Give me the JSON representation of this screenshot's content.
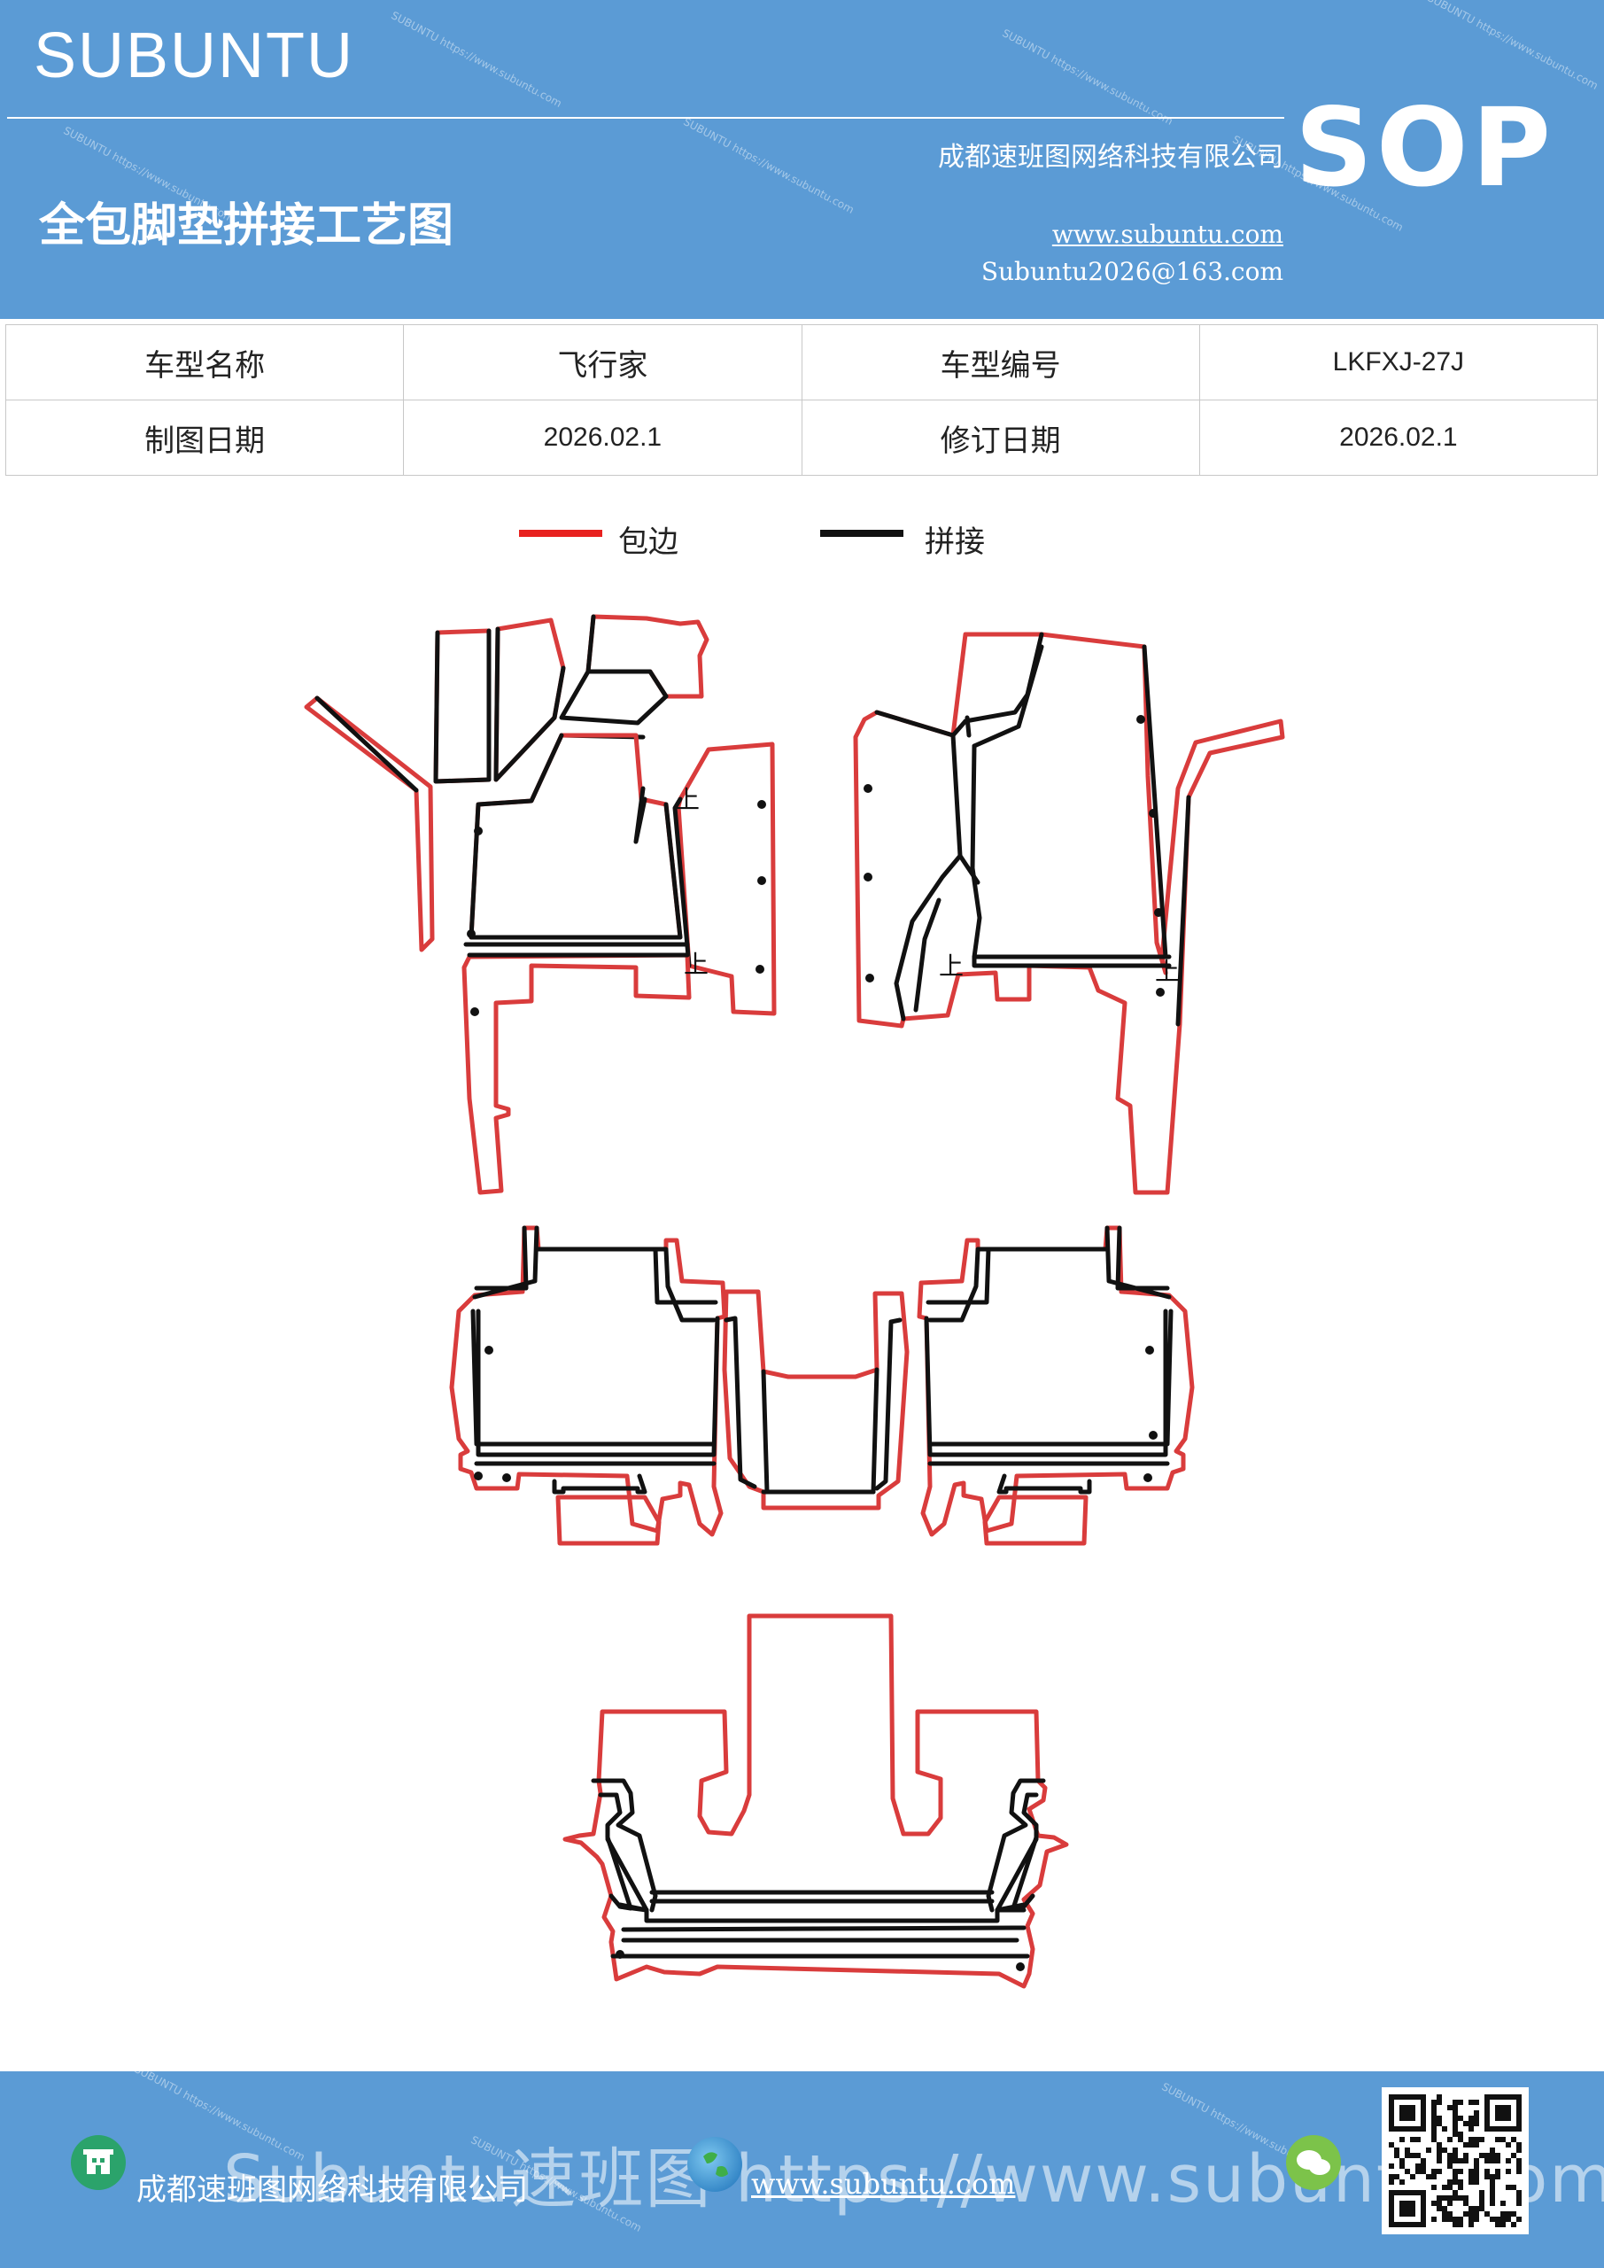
{
  "header": {
    "brand": "SUBUNTU",
    "title": "全包脚垫拼接工艺图",
    "company": "成都速班图网络科技有限公司",
    "website": "www.subuntu.com",
    "email": "Subuntu2026@163.com",
    "badge": "SOP",
    "watermark": "SUBUNTU https://www.subuntu.com"
  },
  "info_table": {
    "rows": [
      [
        {
          "label": "车型名称"
        },
        {
          "value": "飞行家"
        },
        {
          "label": "车型编号"
        },
        {
          "value": "LKFXJ-27J"
        }
      ],
      [
        {
          "label": "制图日期"
        },
        {
          "value": "2026.02.1"
        },
        {
          "label": "修订日期"
        },
        {
          "value": "2026.02.1"
        }
      ]
    ]
  },
  "legend": {
    "items": [
      {
        "label": "包边",
        "color": "#e8221f"
      },
      {
        "label": "拼接",
        "color": "#111111"
      }
    ]
  },
  "drawing": {
    "marker_label": "上",
    "edge_color": "#d93c3c",
    "seam_color": "#111111"
  },
  "footer": {
    "company": "成都速班图网络科技有限公司",
    "website": "www.subuntu.com",
    "overlay_text": "Subuntu速班图 https://www.subuntu.com"
  }
}
